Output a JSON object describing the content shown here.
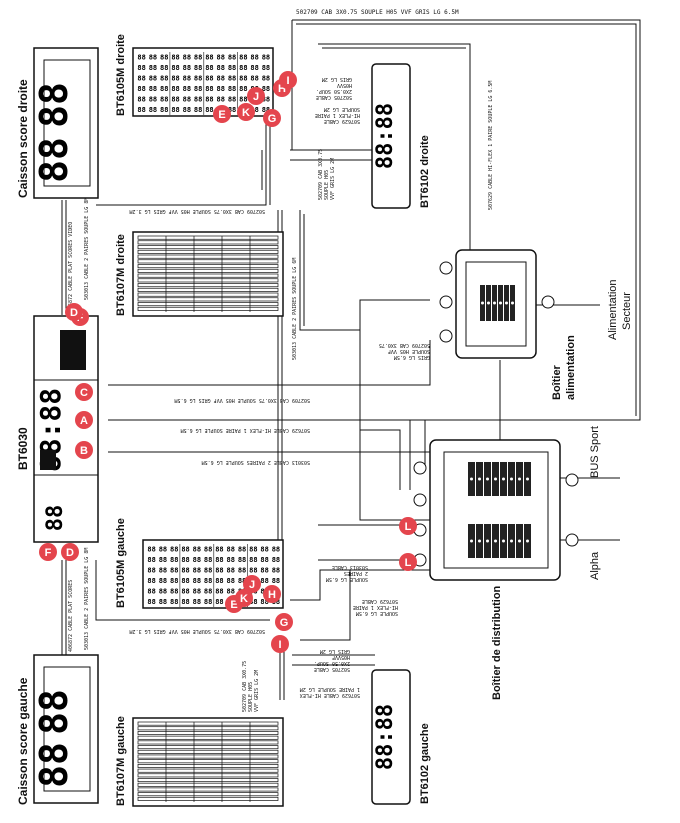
{
  "colors": {
    "badge": "#e4454d",
    "line": "#111111",
    "panel_fill": "#ffffff"
  },
  "labels": {
    "caisson_droite": "Caisson score droite",
    "caisson_gauche": "Caisson score gauche",
    "bt6030": "BT6030",
    "bt6105m_droite": "BT6105M droite",
    "bt6107m_droite": "BT6107M droite",
    "bt6105m_gauche": "BT6105M gauche",
    "bt6107m_gauche": "BT6107M gauche",
    "bt6102_droite": "BT6102 droite",
    "bt6102_gauche": "BT6102 gauche",
    "boitier_alim_1": "Boîtier",
    "boitier_alim_2": "alimentation",
    "boitier_distribution": "Boîtier de distribution",
    "alimentation_1": "Alimentation",
    "alimentation_2": "Secteur",
    "bus_sport": "BUS Sport",
    "alpha": "Alpha"
  },
  "cables": {
    "top": "502709 CAB 3X0.75 SOUPLE H05 VVF GRIS LG 6.5M",
    "bt6030_1": "502709 CAB 3X0.75 SOUPLE H05 VVF GRIS LG 6.5M",
    "bt6030_2": "507629 CABLE HI-FLEX 1 PAIRE SOUPLE LG 6.5M",
    "bt6030_3": "503013 CABLE 2 PAIRES SOUPLE LG 6.5M",
    "right_vertical": "507629 CABLE HI-FLEX 1 PAIRE SOUPLE LG 6.5M",
    "mid_vertical": "503013 CABLE 2 PAIRES SOUPLE LG 6M",
    "cab_droite_a": "502709 CAB 3X0.75 SOUPLE H05 VVF GRIS LG 3.2M",
    "cab_gauche_a": "502709 CAB 3X0.75 SOUPLE H05 VVF GRIS LG 3.2M",
    "flat_scores_droite": "406872 CABLE PLAT SCORES VIDEO",
    "flat_scores_gauche": "406872 CABLE PLAT SCORES",
    "paires_droite": "503013 CABLE 2 PAIRES SOUPLE LG 8M",
    "paires_gauche": "503013 CABLE 2 PAIRES SOUPLE LG 8M",
    "soup_droite": [
      "502705 CABLE",
      "2X0.50 SOUP.",
      "H05VV",
      "GRIS LG 2M"
    ],
    "hiflex_droite": [
      "507629 CABLE",
      "HI-FLEX 1 PAIRE",
      "SOUPLE LG 2M"
    ],
    "soup_gauche": [
      "GRIS LG 2M",
      "H05VVF",
      "2X0.50 SOUP.",
      "502705 CABLE"
    ],
    "hiflex_gauche": [
      "1 PAIRE SOUPLE LG 2M",
      "507629 CABLE HI-FLEX"
    ],
    "mini_droite": [
      "502709 CAB 3X0.75",
      "SOUPLE H05",
      "VVF GRIS LG 2M"
    ],
    "mini_gauche": [
      "502709 CAB 3X0.75",
      "SOUPLE H05",
      "VVF GRIS LG 2M"
    ],
    "paires_6m": [
      "503013 CABLE",
      "2 PAIRES",
      "SOUPLE LG 6.5M"
    ],
    "gauche_lg65": [
      "507629 CABLE",
      "HI-FLEX 1 PAIRE",
      "SOUPLE LG 6.5M"
    ],
    "alim_small": [
      "502709 CAB 3X0.75",
      "SOUPLE H05 VVF",
      "GRIS LG 6.5M"
    ]
  },
  "badges": {
    "bt6030": [
      "F",
      "D",
      "C",
      "A",
      "B",
      "F",
      "D"
    ],
    "droite": [
      "E",
      "K",
      "J",
      "G",
      "H",
      "I"
    ],
    "gauche": [
      "E",
      "K",
      "J",
      "H",
      "G",
      "I"
    ],
    "distribution": [
      "L",
      "L"
    ]
  },
  "displays": {
    "caisson_digits": "88",
    "bt6102_digits": "88:88",
    "bt6030_digits": "88:88",
    "panel_cell": "88"
  }
}
